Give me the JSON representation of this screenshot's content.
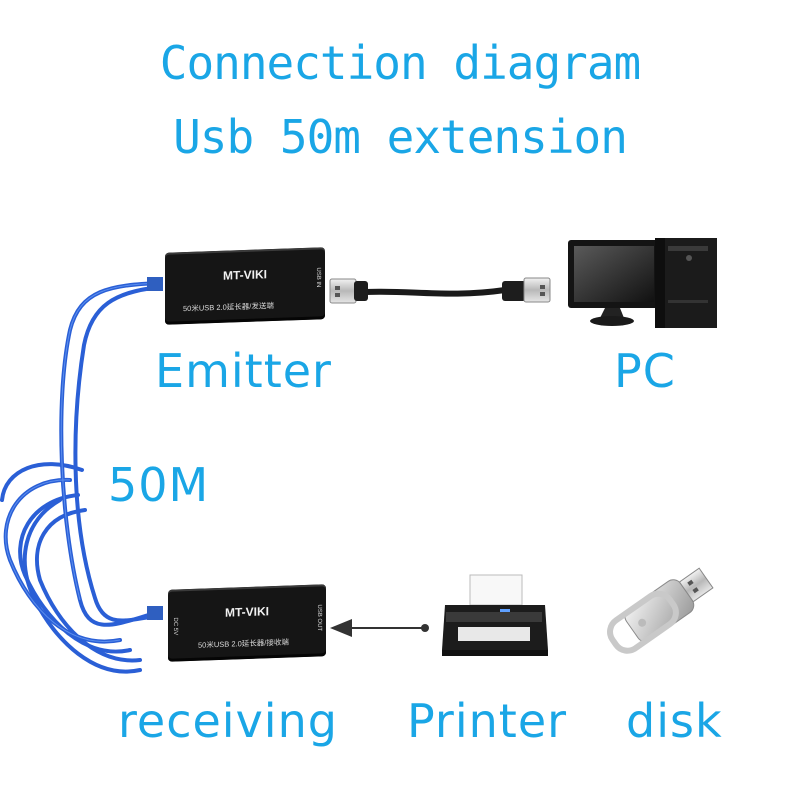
{
  "title": {
    "line1": "Connection diagram",
    "line2": "Usb 50m extension"
  },
  "emitter": {
    "brand": "MT-VIKI",
    "model_text": "50米USB 2.0延长器/发送端",
    "port_label": "USB IN",
    "caption": "Emitter"
  },
  "receiver": {
    "brand": "MT-VIKI",
    "model_text": "50米USB 2.0延长器/接收端",
    "port_label": "USB OUT",
    "power_label": "DC 5V",
    "caption": "receiving"
  },
  "cable_label": "50M",
  "pc": {
    "caption": "PC",
    "icon": "desktop-computer-icon"
  },
  "printer": {
    "caption": "Printer",
    "icon": "printer-icon"
  },
  "disk": {
    "caption": "disk",
    "icon": "usb-flash-drive-icon"
  },
  "colors": {
    "text_blue": "#1aa6e6",
    "cable_blue": "#2a5fd6",
    "device_black": "#151515"
  }
}
